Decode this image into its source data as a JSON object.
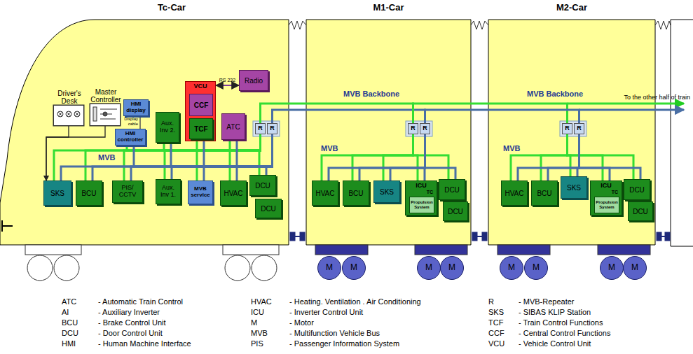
{
  "diagram": {
    "nodes": [
      {
        "text": [
          "Tc-Car"
        ]
      },
      {
        "text": [
          "M1-Car"
        ]
      },
      {
        "text": [
          "M2-Car"
        ]
      },
      {
        "text": [
          "Driver's Desk"
        ],
        "in": 0
      },
      {
        "text": [
          "Master Controller"
        ],
        "in": 0
      },
      {
        "text": [
          "HMI display"
        ],
        "in": 0
      },
      {
        "text": [
          "HMI controller"
        ],
        "in": 0
      },
      {
        "text": [
          "Aux. Inv 2."
        ],
        "in": 0
      },
      {
        "text": [
          "VCU"
        ],
        "in": 0
      },
      {
        "text": [
          "CCF"
        ],
        "in": 8
      },
      {
        "text": [
          "TCF"
        ],
        "in": 8
      },
      {
        "text": [
          "Radio"
        ],
        "in": 0
      },
      {
        "text": [
          "ATC"
        ],
        "in": 0
      },
      {
        "text": [
          "R"
        ],
        "in": 0
      },
      {
        "text": [
          "R"
        ],
        "in": 0
      },
      {
        "text": [
          "SKS"
        ],
        "in": 0
      },
      {
        "text": [
          "BCU"
        ],
        "in": 0
      },
      {
        "text": [
          "PIS/ CCTV"
        ],
        "in": 0
      },
      {
        "text": [
          "Aux. Inv 1."
        ],
        "in": 0
      },
      {
        "text": [
          "MVB service"
        ],
        "in": 0
      },
      {
        "text": [
          "HVAC"
        ],
        "in": 0
      },
      {
        "text": [
          "DCU"
        ],
        "in": 0
      },
      {
        "text": [
          "DCU"
        ],
        "in": 0
      },
      {
        "text": [
          "R"
        ],
        "in": 1
      },
      {
        "text": [
          "R"
        ],
        "in": 1
      },
      {
        "text": [
          "HVAC"
        ],
        "in": 1
      },
      {
        "text": [
          "BCU"
        ],
        "in": 1
      },
      {
        "text": [
          "SKS"
        ],
        "in": 1
      },
      {
        "text": [
          "ICU",
          "TC"
        ],
        "in": 1
      },
      {
        "text": [
          "Propulsion System"
        ],
        "in": 28
      },
      {
        "text": [
          "DCU"
        ],
        "in": 1
      },
      {
        "text": [
          "DCU"
        ],
        "in": 1
      },
      {
        "text": [
          "R"
        ],
        "in": 2
      },
      {
        "text": [
          "R"
        ],
        "in": 2
      },
      {
        "text": [
          "HVAC"
        ],
        "in": 2
      },
      {
        "text": [
          "BCU"
        ],
        "in": 2
      },
      {
        "text": [
          "SKS"
        ],
        "in": 2
      },
      {
        "text": [
          "ICU",
          "TC"
        ],
        "in": 2
      },
      {
        "text": [
          "Propulsion System"
        ],
        "in": 37
      },
      {
        "text": [
          "DCU"
        ],
        "in": 2
      },
      {
        "text": [
          "DCU"
        ],
        "in": 2
      },
      {
        "text": [
          "M"
        ]
      },
      {
        "text": [
          "M"
        ]
      },
      {
        "text": [
          "M"
        ]
      },
      {
        "text": [
          "M"
        ]
      },
      {
        "text": [
          "M"
        ]
      },
      {
        "text": [
          "M"
        ]
      },
      {
        "text": [
          "M"
        ]
      },
      {
        "text": [
          "M"
        ]
      }
    ],
    "edges": [
      {
        "from": 13,
        "to": 6,
        "arrow": "none"
      },
      {
        "from": 13,
        "to": 7,
        "arrow": "none"
      },
      {
        "from": 13,
        "to": 8,
        "arrow": "none"
      },
      {
        "from": 13,
        "to": 12,
        "arrow": "none"
      },
      {
        "from": 13,
        "to": 15,
        "arrow": "none"
      },
      {
        "from": 13,
        "to": 16,
        "arrow": "none"
      },
      {
        "from": 13,
        "to": 17,
        "arrow": "none"
      },
      {
        "from": 13,
        "to": 18,
        "arrow": "none"
      },
      {
        "from": 13,
        "to": 19,
        "arrow": "none"
      },
      {
        "from": 13,
        "to": 20,
        "arrow": "none"
      },
      {
        "from": 13,
        "to": 21,
        "arrow": "none"
      },
      {
        "from": 14,
        "to": 6,
        "arrow": "none"
      },
      {
        "from": 14,
        "to": 7,
        "arrow": "none"
      },
      {
        "from": 14,
        "to": 8,
        "arrow": "none"
      },
      {
        "from": 14,
        "to": 12,
        "arrow": "none"
      },
      {
        "from": 14,
        "to": 15,
        "arrow": "none"
      },
      {
        "from": 14,
        "to": 16,
        "arrow": "none"
      },
      {
        "from": 14,
        "to": 17,
        "arrow": "none"
      },
      {
        "from": 14,
        "to": 18,
        "arrow": "none"
      },
      {
        "from": 14,
        "to": 19,
        "arrow": "none"
      },
      {
        "from": 14,
        "to": 20,
        "arrow": "none"
      },
      {
        "from": 14,
        "to": 21,
        "arrow": "none"
      },
      {
        "from": 23,
        "to": 25,
        "arrow": "none"
      },
      {
        "from": 23,
        "to": 26,
        "arrow": "none"
      },
      {
        "from": 23,
        "to": 27,
        "arrow": "none"
      },
      {
        "from": 23,
        "to": 28,
        "arrow": "none"
      },
      {
        "from": 23,
        "to": 30,
        "arrow": "none"
      },
      {
        "from": 24,
        "to": 25,
        "arrow": "none"
      },
      {
        "from": 24,
        "to": 26,
        "arrow": "none"
      },
      {
        "from": 24,
        "to": 27,
        "arrow": "none"
      },
      {
        "from": 24,
        "to": 28,
        "arrow": "none"
      },
      {
        "from": 24,
        "to": 30,
        "arrow": "none"
      },
      {
        "from": 32,
        "to": 34,
        "arrow": "none"
      },
      {
        "from": 32,
        "to": 35,
        "arrow": "none"
      },
      {
        "from": 32,
        "to": 36,
        "arrow": "none"
      },
      {
        "from": 32,
        "to": 37,
        "arrow": "none"
      },
      {
        "from": 32,
        "to": 39,
        "arrow": "none"
      },
      {
        "from": 33,
        "to": 34,
        "arrow": "none"
      },
      {
        "from": 33,
        "to": 35,
        "arrow": "none"
      },
      {
        "from": 33,
        "to": 36,
        "arrow": "none"
      },
      {
        "from": 33,
        "to": 37,
        "arrow": "none"
      },
      {
        "from": 33,
        "to": 39,
        "arrow": "none"
      },
      {
        "from": 13,
        "to": 23,
        "arrow": "none"
      },
      {
        "from": 14,
        "to": 24,
        "arrow": "none"
      },
      {
        "from": 23,
        "to": 32,
        "arrow": "none"
      },
      {
        "from": 24,
        "to": 33,
        "arrow": "none"
      },
      {
        "from": 3,
        "to": 15,
        "arrow": "to"
      },
      {
        "from": 4,
        "to": 15,
        "arrow": "to"
      },
      {
        "from": 5,
        "to": 6,
        "label": "Display cable",
        "arrow": "none"
      },
      {
        "from": 8,
        "to": 11,
        "label": "RS 232",
        "arrow": "both"
      }
    ],
    "labels": [
      "MVB Backbone",
      "MVB Backbone",
      "To the other half of train",
      "MVB",
      "MVB",
      "MVB",
      "ATC",
      "- Automatic Train Control",
      "AI",
      "- Auxiliary Inverter",
      "BCU",
      "- Brake Control Unit",
      "DCU",
      "- Door Control Unit",
      "HMI",
      "- Human Machine Interface",
      "HVAC",
      "- Heating. Ventilation . Air Conditioning",
      "ICU",
      "- Inverter Control Unit",
      "M",
      "- Motor",
      "MVB",
      "- Multifunction Vehicle Bus",
      "PIS",
      "- Passenger Information System",
      "R",
      "- MVB-Repeater",
      "SKS",
      "- SIBAS KLIP Station",
      "TCF",
      "- Train Control Functions",
      "CCF",
      "- Central Control Functions",
      "VCU",
      "- Vehicle Control Unit"
    ]
  }
}
